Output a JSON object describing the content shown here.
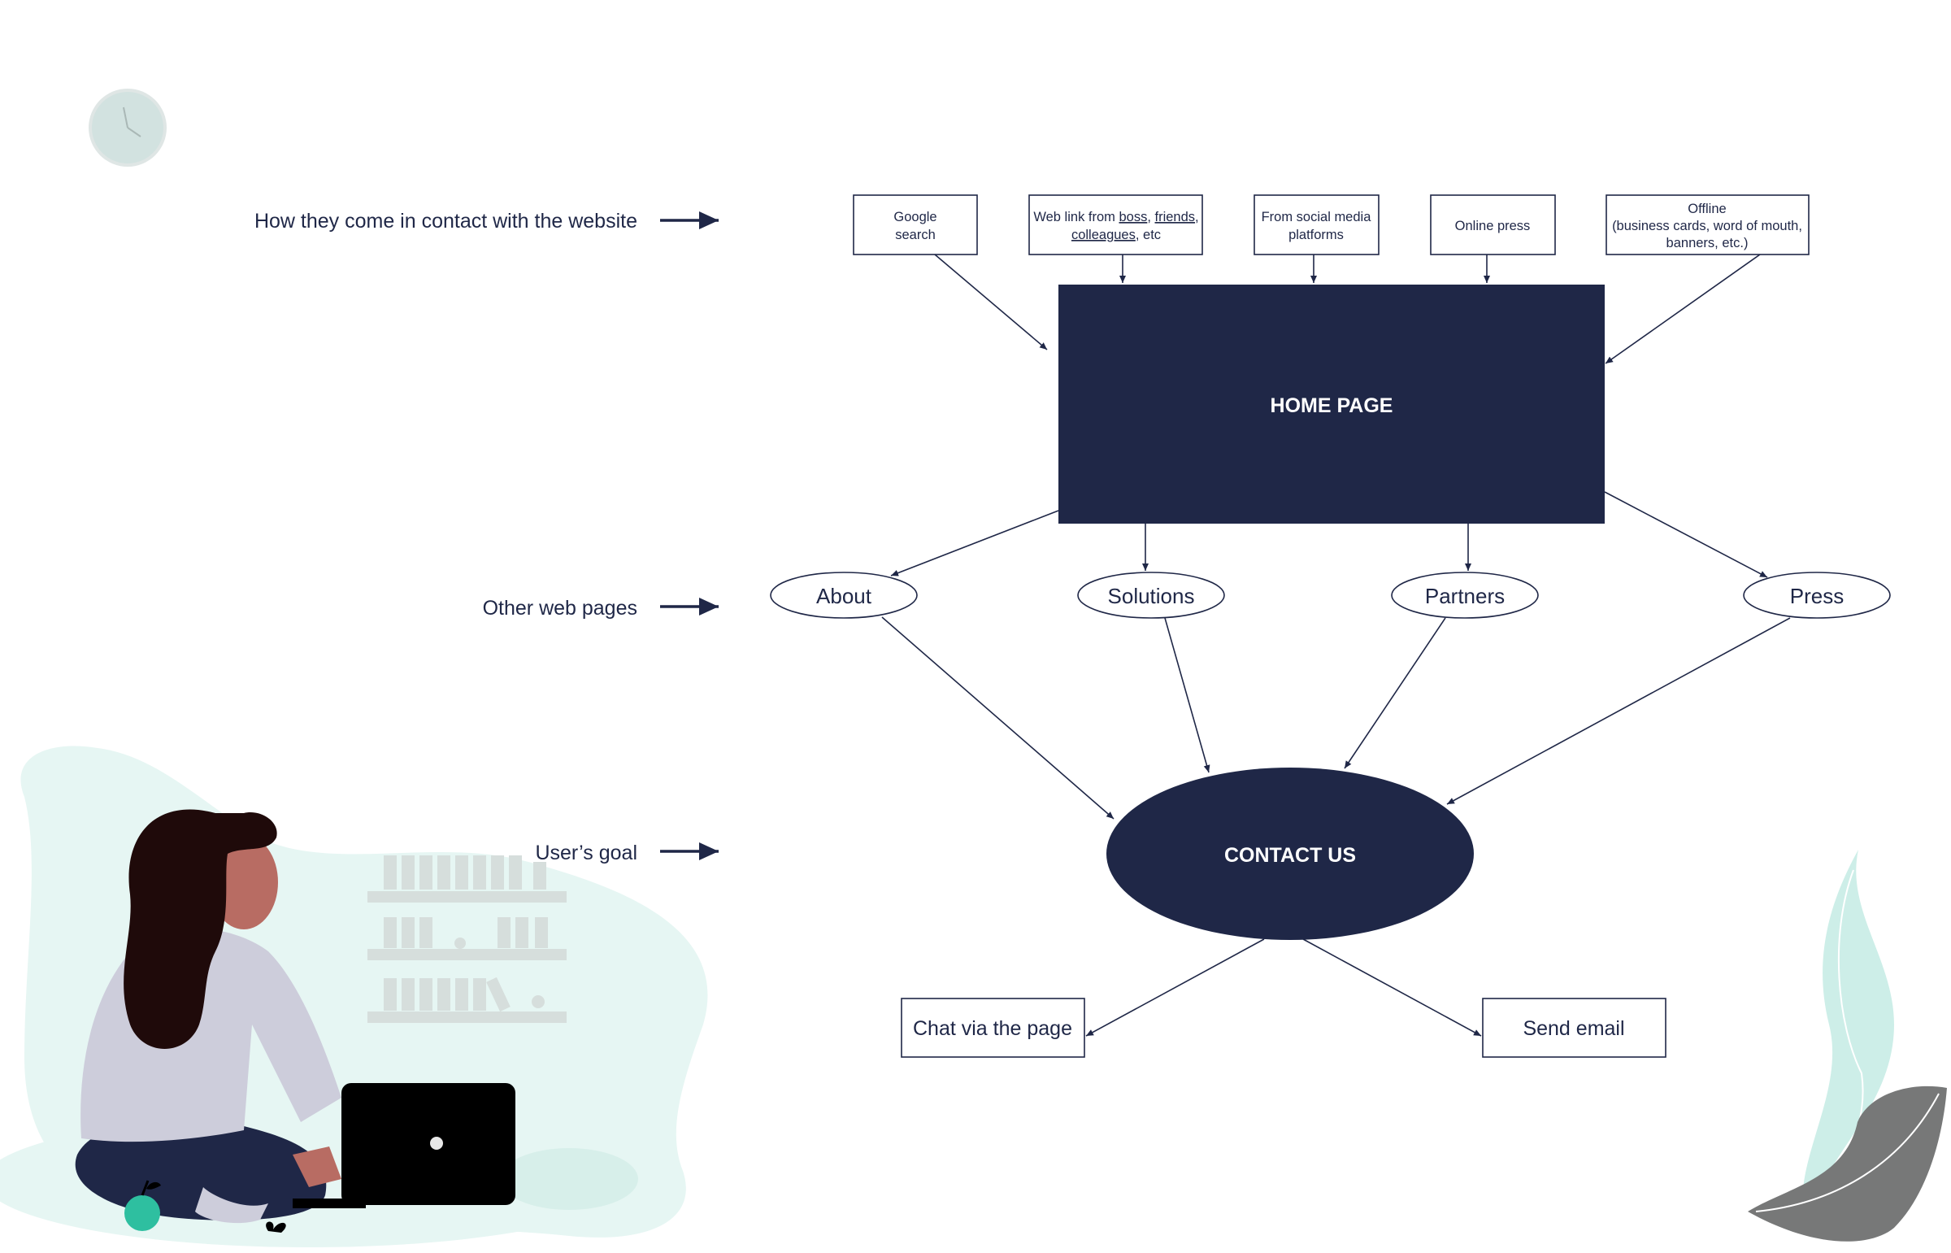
{
  "row_labels": {
    "contact": "How they come in contact with the website",
    "pages": "Other web pages",
    "goal": "User’s goal"
  },
  "sources": {
    "google": [
      "Google",
      "search"
    ],
    "weblink": {
      "line1_prefix": "Web link from ",
      "boss": "boss",
      "sep1": ", ",
      "friends": "friends",
      "sep2": ",",
      "colleagues": "colleagues",
      "suffix": ", etc"
    },
    "social": [
      "From social media",
      "platforms"
    ],
    "press": "Online press",
    "offline": [
      "Offline",
      "(business cards, word of mouth,",
      "banners, etc.)"
    ]
  },
  "home_page": "HOME PAGE",
  "pages": {
    "about": "About",
    "solutions": "Solutions",
    "partners": "Partners",
    "press": "Press"
  },
  "contact_us": "CONTACT US",
  "goals": {
    "chat": "Chat via the page",
    "email": "Send email"
  },
  "colors": {
    "navy": "#1f2747",
    "mint": "#e6f6f3",
    "gray": "#d6dedc"
  },
  "illustrations": [
    "clock-icon",
    "woman-with-laptop-illustration",
    "bookshelf-illustration",
    "leaf-plant-illustration"
  ]
}
